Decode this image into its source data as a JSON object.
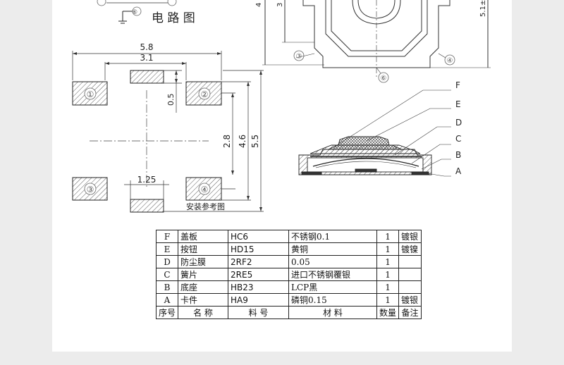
{
  "circuit_label": "电 路 图",
  "install_label": "安装参考图",
  "pin_numbers": [
    "①",
    "②",
    "③",
    "④",
    "⑤",
    "⑥"
  ],
  "dimensions": {
    "overall_width": "5.8",
    "inner_width": "3.1",
    "pad_height": "0.5",
    "center_spacing": "2.8",
    "span": "4.6",
    "overall_height": "5.5",
    "tab_width": "1.25",
    "top_a": "4",
    "top_b": "3",
    "top_c": "5.1±"
  },
  "layer_labels": [
    "F",
    "E",
    "D",
    "C",
    "B",
    "A"
  ],
  "bom": {
    "rows": [
      {
        "seq": "F",
        "name": "盖板",
        "part": "HC6",
        "material": "不锈钢0.1",
        "qty": "1",
        "note": "镀银"
      },
      {
        "seq": "E",
        "name": "按钮",
        "part": "HD15",
        "material": "黄铜",
        "qty": "1",
        "note": "镀镍"
      },
      {
        "seq": "D",
        "name": "防尘膜",
        "part": "2RF2",
        "material": "0.05",
        "qty": "1",
        "note": ""
      },
      {
        "seq": "C",
        "name": "簧片",
        "part": "2RE5",
        "material": "进口不锈钢覆银",
        "qty": "1",
        "note": ""
      },
      {
        "seq": "B",
        "name": "底座",
        "part": "HB23",
        "material": "LCP黑",
        "qty": "1",
        "note": ""
      },
      {
        "seq": "A",
        "name": "卡件",
        "part": "HA9",
        "material": "磷铜0.15",
        "qty": "1",
        "note": "镀银"
      }
    ],
    "header": {
      "seq": "序号",
      "name": "名 称",
      "part": "料 号",
      "material": "材 料",
      "qty": "数量",
      "note": "备注"
    }
  }
}
